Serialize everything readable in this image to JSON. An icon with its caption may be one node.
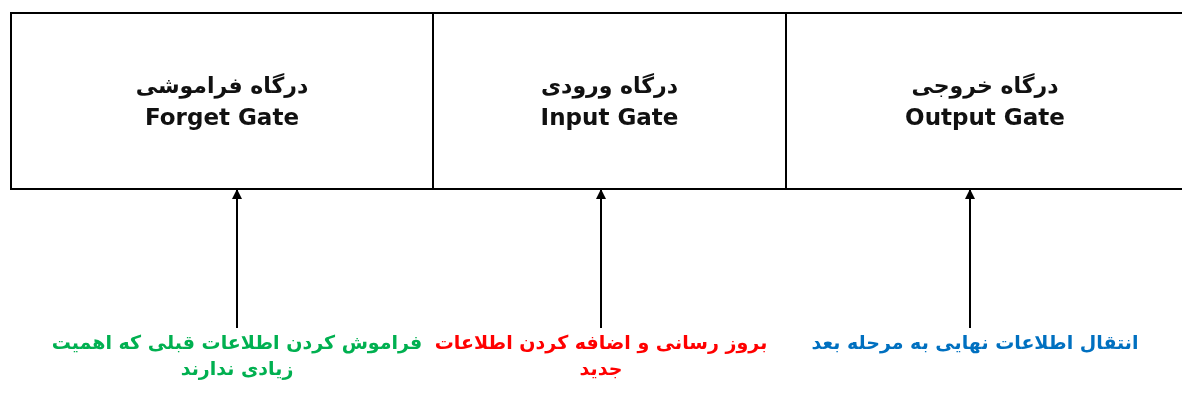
{
  "diagram": {
    "nodes": [
      {
        "text": [
          "درگاه فراموشی",
          "Forget Gate"
        ]
      },
      {
        "text": [
          "درگاه ورودی",
          "Input Gate"
        ]
      },
      {
        "text": [
          "درگاه خروجی",
          "Output Gate"
        ]
      },
      {
        "text": [
          "فراموش کردن اطلاعات قبلی که اهمیت زیادی ندارند"
        ]
      },
      {
        "text": [
          "بروز رسانی و اضافه کردن اطلاعات جدید"
        ]
      },
      {
        "text": [
          "انتقال اطلاعات نهایی به مرحله بعد"
        ]
      }
    ],
    "edges": [
      {
        "from": 3,
        "to": 0,
        "arrow": "to"
      },
      {
        "from": 4,
        "to": 1,
        "arrow": "to"
      },
      {
        "from": 5,
        "to": 2,
        "arrow": "to"
      }
    ]
  }
}
